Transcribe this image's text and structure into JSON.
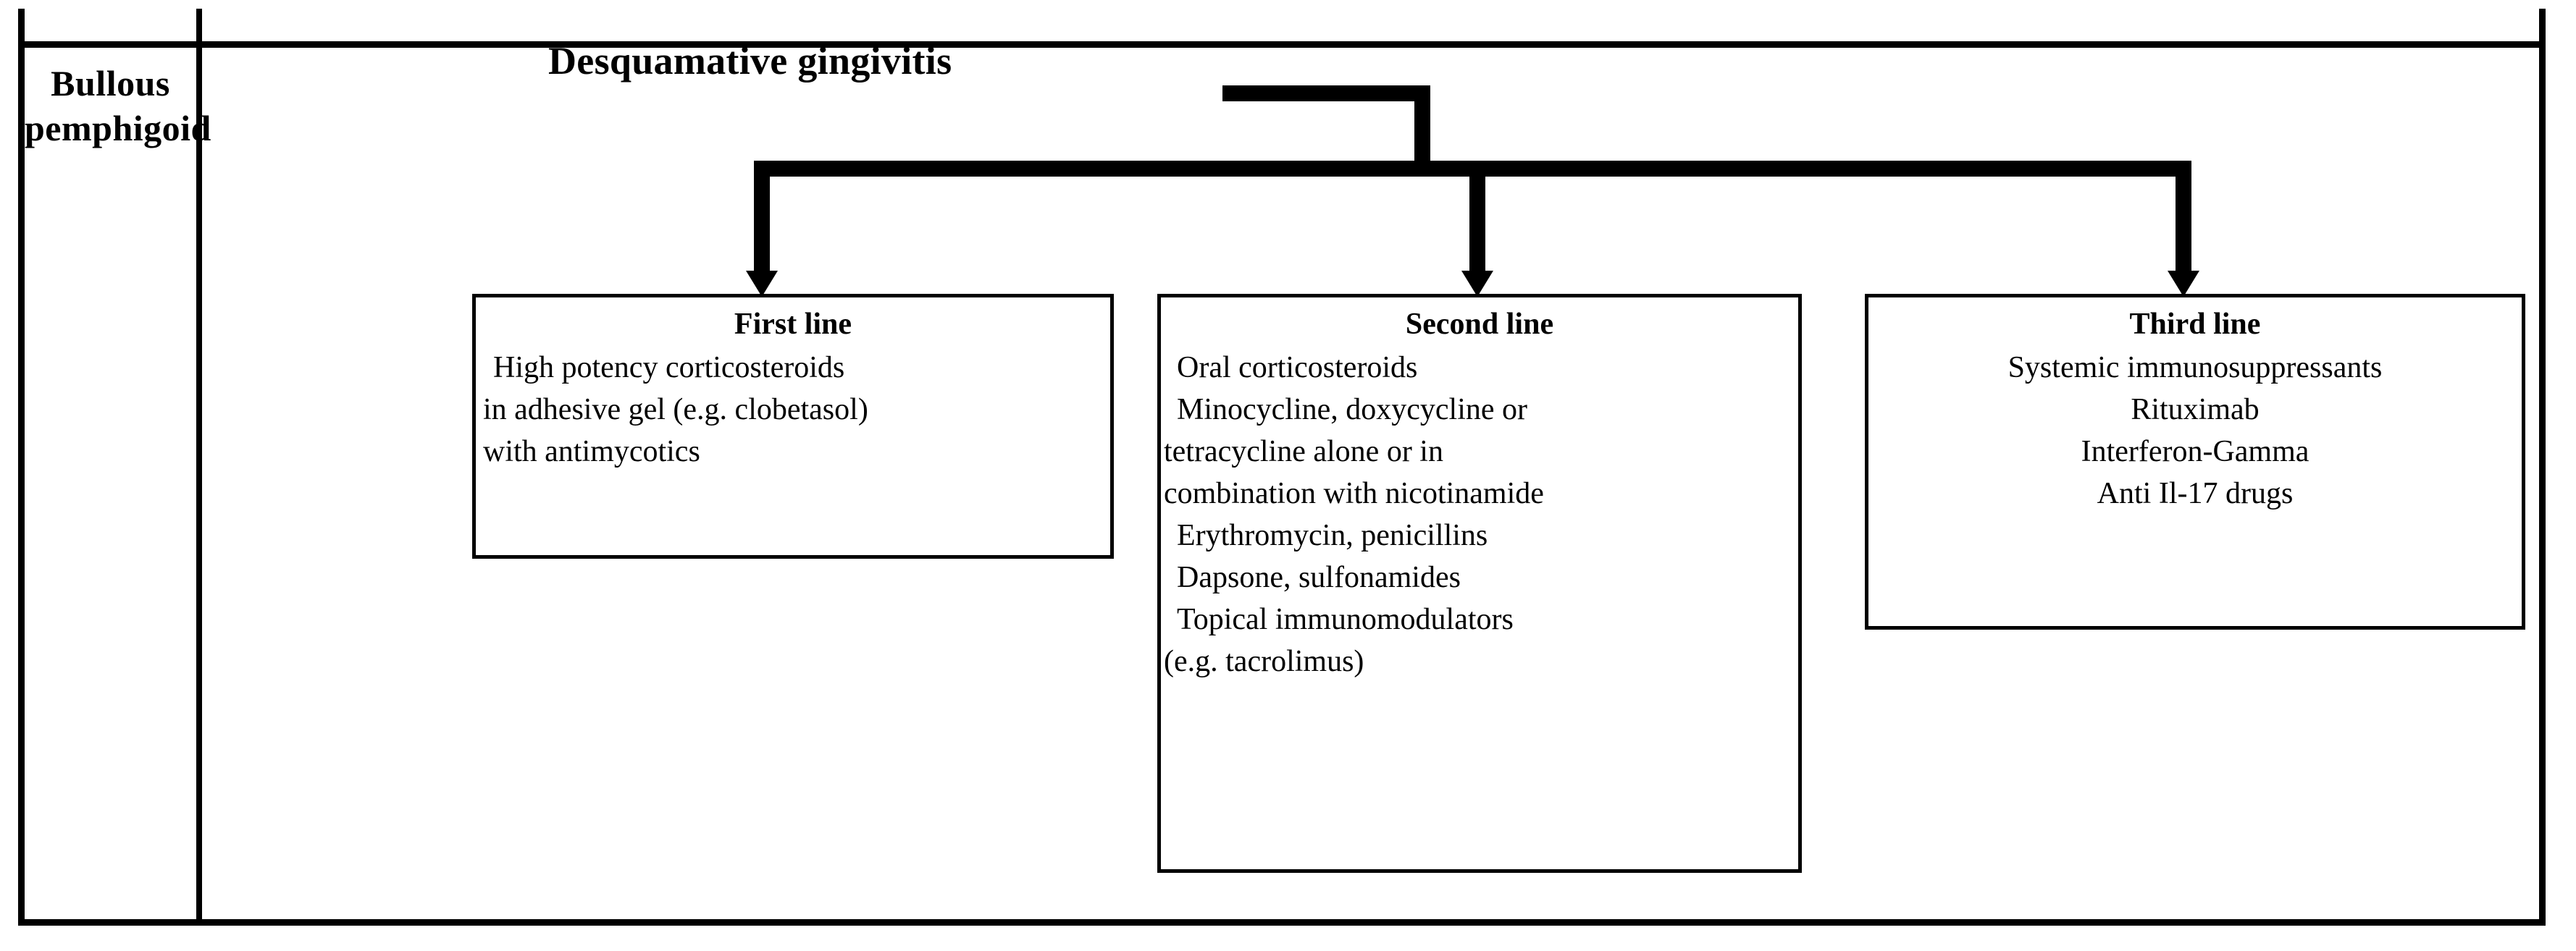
{
  "table": {
    "left_column": {
      "label_line1": "Bullous",
      "label_line2": "pemphigoid"
    }
  },
  "diagram": {
    "title": "Desquamative gingivitis",
    "connector_style": "orthogonal-bus-with-down-arrows",
    "branch_count": 3,
    "boxes": [
      {
        "id": "first-line",
        "title": "First line",
        "lines": [
          "High potency corticosteroids",
          "in adhesive gel (e.g. clobetasol)",
          "with antimycotics"
        ]
      },
      {
        "id": "second-line",
        "title": "Second line",
        "lines": [
          "Oral corticosteroids",
          "Minocycline, doxycycline or",
          "tetracycline alone or in",
          "combination with nicotinamide",
          "Erythromycin, penicillins",
          "Dapsone, sulfonamides",
          "Topical immunomodulators",
          "(e.g. tacrolimus)"
        ]
      },
      {
        "id": "third-line",
        "title": "Third line",
        "lines": [
          "Systemic immunosuppressants",
          "Rituximab",
          "Interferon-Gamma",
          "Anti Il-17 drugs"
        ]
      }
    ]
  },
  "colors": {
    "ink": "#000000",
    "paper": "#ffffff"
  }
}
